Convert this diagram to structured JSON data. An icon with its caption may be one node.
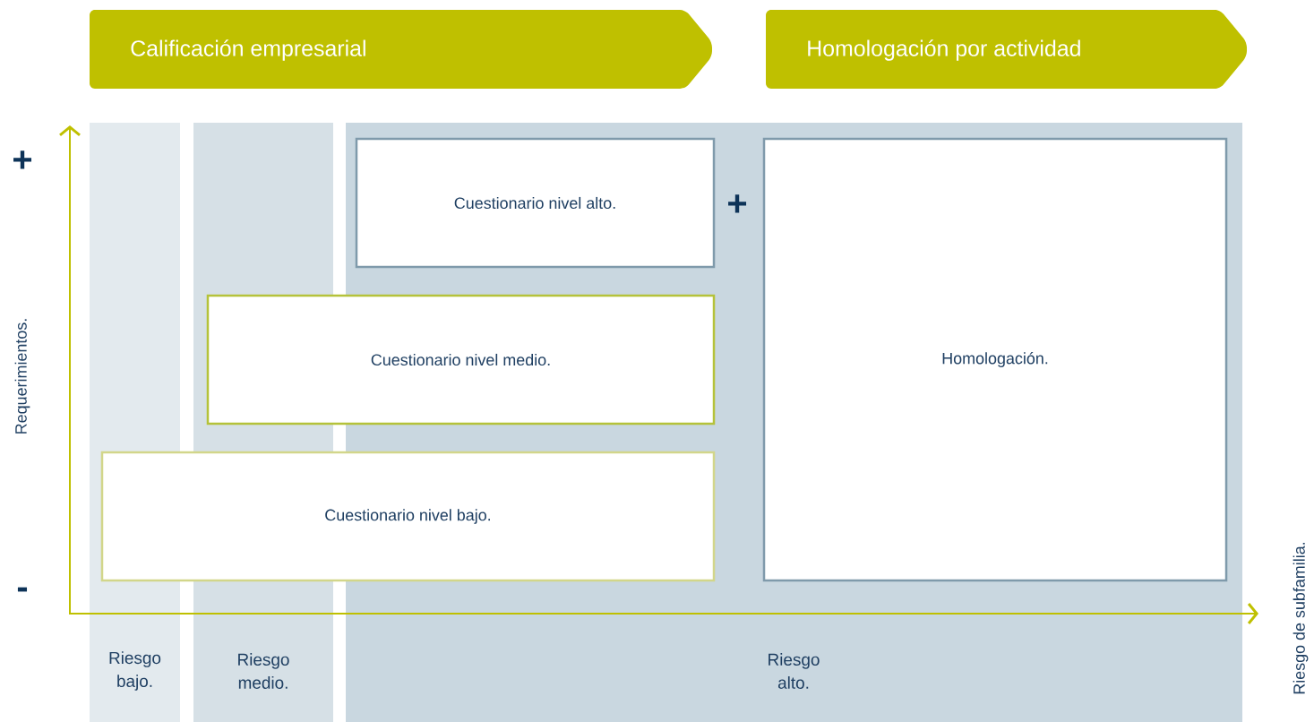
{
  "diagram": {
    "nodes": [
      {
        "text": [
          "Calificación empresarial"
        ]
      },
      {
        "text": [
          "Homologación por actividad"
        ]
      },
      {
        "text": [
          "Riesgo bajo."
        ]
      },
      {
        "text": [
          "Riesgo medio."
        ]
      },
      {
        "text": [
          "Riesgo alto."
        ]
      },
      {
        "text": [
          "Cuestionario nivel alto."
        ],
        "in": 4
      },
      {
        "text": [
          "Cuestionario nivel medio."
        ]
      },
      {
        "text": [
          "Cuestionario nivel bajo."
        ]
      },
      {
        "text": [
          "Homologación."
        ],
        "in": 4
      }
    ],
    "labels": [
      "+",
      "Requerimientos.",
      "-",
      "+",
      "Riesgo de subfamilia."
    ]
  }
}
